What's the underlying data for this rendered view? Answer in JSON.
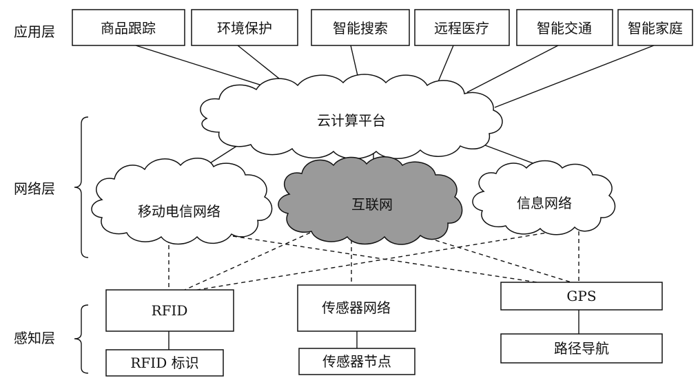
{
  "layers": {
    "application": "应用层",
    "network": "网络层",
    "perception": "感知层"
  },
  "applications": [
    "商品跟踪",
    "环境保护",
    "智能搜索",
    "远程医疗",
    "智能交通",
    "智能家庭"
  ],
  "clouds": {
    "cloud_platform": "云计算平台",
    "mobile_telecom": "移动电信网络",
    "internet": "互联网",
    "info_network": "信息网络"
  },
  "perception": {
    "rfid": "RFID",
    "rfid_tag": "RFID 标识",
    "sensor_network": "传感器网络",
    "sensor_node": "传感器节点",
    "gps": "GPS",
    "navigation": "路径导航"
  },
  "colors": {
    "line": "#111111",
    "cloud_fill": "#ffffff",
    "internet_fill": "#9a9a9a"
  }
}
